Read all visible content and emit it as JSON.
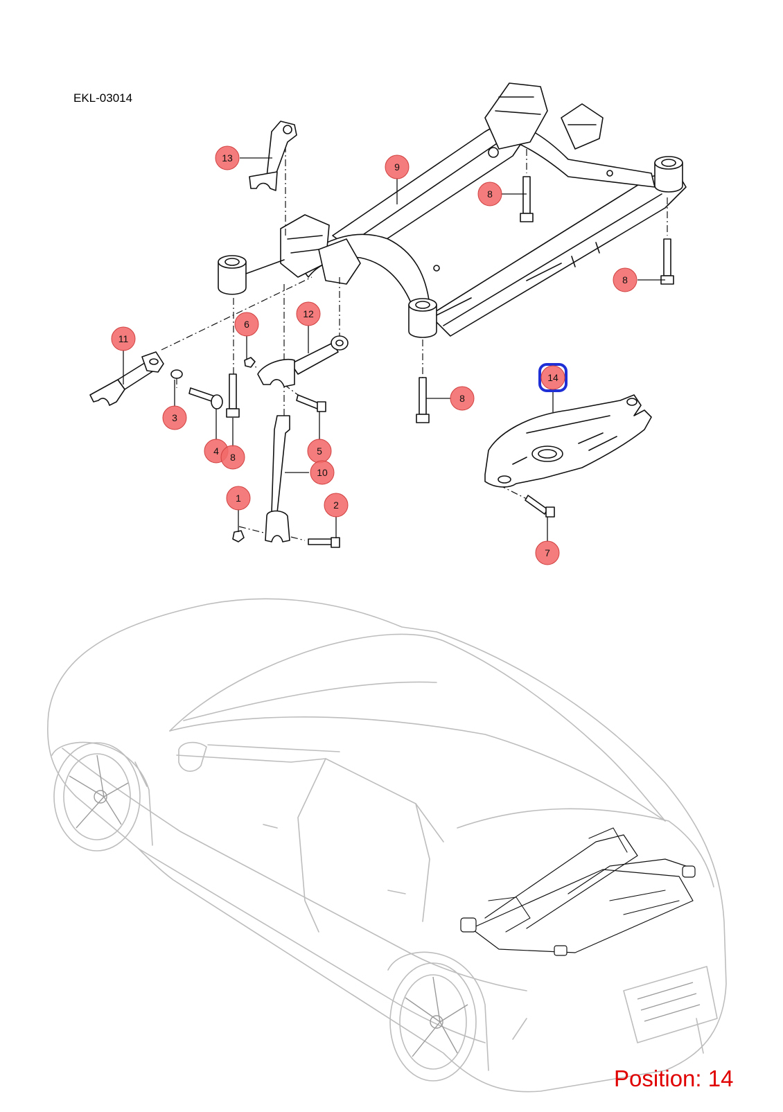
{
  "diagram": {
    "drawing_code": "EKL-03014",
    "position_label": "Position: 14",
    "selected_position": "14",
    "colors": {
      "callout_fill": "#f26a6a",
      "callout_stroke": "#d04040",
      "highlight": "#1f2fd6",
      "position_text": "#e00000"
    },
    "callouts": [
      {
        "label": "13"
      },
      {
        "label": "9"
      },
      {
        "label": "8"
      },
      {
        "label": "8"
      },
      {
        "label": "11"
      },
      {
        "label": "6"
      },
      {
        "label": "12"
      },
      {
        "label": "3"
      },
      {
        "label": "4"
      },
      {
        "label": "8"
      },
      {
        "label": "5"
      },
      {
        "label": "10"
      },
      {
        "label": "8"
      },
      {
        "label": "14"
      },
      {
        "label": "1"
      },
      {
        "label": "2"
      },
      {
        "label": "7"
      }
    ]
  }
}
